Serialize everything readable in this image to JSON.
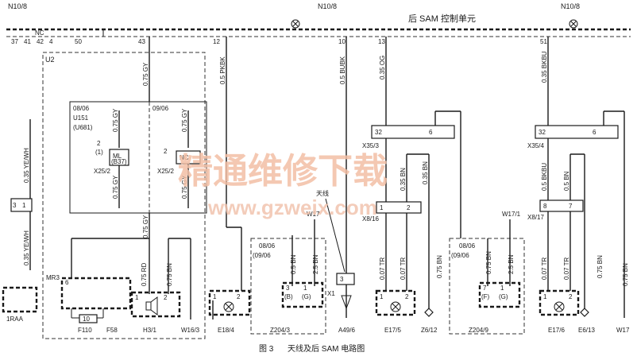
{
  "module": {
    "ref_left": "N10/8",
    "ref_center": "N10/8",
    "ref_right": "N10/8",
    "title": "后 SAM 控制单元"
  },
  "top_pins": {
    "nc_label": "NC",
    "left_pins": [
      "37",
      "41",
      "42",
      "4",
      "50"
    ],
    "p43": "43",
    "p12": "12",
    "p10": "10",
    "p13": "13",
    "p51": "51"
  },
  "wires": {
    "w43": "0.75 GY",
    "w12": "0.5 PKBK",
    "w10": "0.5 BUBK",
    "w13": "0.35 OG",
    "w51": "0.35 BKBU",
    "u151_a": "0.75 GY",
    "u151_b": "0.75 GY",
    "u151_c": "0.75 GY",
    "u151_d": "0.75 GY",
    "gy_down": "0.75 GY",
    "rd": "0.75 RD",
    "bn_h3": "0.75 BN",
    "ye_wh_1": "0.35 YE/WH",
    "ye_wh_2": "0.35 YE/WH",
    "z204_3_a": "0.5 BN",
    "z204_3_b": "2.5 BN",
    "x8_16_bn": "0.35 BN",
    "x8_16_bn2": "0.35 BN",
    "tr1": "0.07 TR",
    "tr2": "0.07 TR",
    "bn_z6": "0.75 BN",
    "z204_9_a": "0.75 BN",
    "z204_9_b": "2.5 BN",
    "x8_17_bkbu": "0.5 BKBU",
    "x8_17_bn": "0.5 BN",
    "tr3": "0.07 TR",
    "tr4": "0.07 TR",
    "bn_e6": "0.75 BN",
    "bn_w17": "0.75 BN"
  },
  "u2": {
    "label": "U2",
    "date_08": "08/06",
    "date_09": "09/06",
    "u151": "U151",
    "u681": "(U681)",
    "pin2_a": "2",
    "pin1_a": "(1)",
    "ml_label": "ML",
    "b37": "(B37)",
    "x25_2_a": "X25/2",
    "pin2_b": "2",
    "nc_label": "NC",
    "x25_2_b": "X25/2",
    "mr3": "MR3",
    "pin6": "6",
    "pin10": "10",
    "f110": "F110",
    "f58": "F58",
    "h3_pin1": "1",
    "h3_pin2": "2",
    "h3_1": "H3/1",
    "w16_3": "W16/3"
  },
  "left_edge": {
    "pin3": "3",
    "pin1": "1",
    "sraa": "1RAA"
  },
  "center": {
    "e18_pin1": "1",
    "e18_pin2": "2",
    "e18_4": "E18/4",
    "date_08": "08/06",
    "date_09": "(09/06",
    "w17": "W17",
    "z3_pin3": "3",
    "z3_pin1": "1",
    "z3_b": "(B)",
    "z3_g": "(G)",
    "z204_3": "Z204/3",
    "antenna": "天线",
    "x1": "X1",
    "x1_pin": "3",
    "a49_6": "A49/6",
    "x35_3": "X35/3",
    "x35_3_p32": "32",
    "x35_3_p6": "6",
    "x8_16": "X8/16",
    "x8_16_p1": "1",
    "x8_16_p2": "2",
    "e17_pin1": "1",
    "e17_pin2": "2",
    "e17_5": "E17/5",
    "z6_12": "Z6/12"
  },
  "right": {
    "w17_1": "W17/1",
    "date_08": "08/06",
    "date_09": "(09/06",
    "z9_pin7": "7",
    "z9_pin1": "1",
    "z9_f": "(F)",
    "z9_g": "(G)",
    "z204_9": "Z204/9",
    "x35_4": "X35/4",
    "x35_4_p32": "32",
    "x35_4_p6": "6",
    "x8_17": "X8/17",
    "x8_17_p8": "8",
    "x8_17_p7": "7",
    "e17_pin1": "1",
    "e17_pin2": "2",
    "e17_6": "E17/6",
    "e6_13": "E6/13",
    "w17": "W17"
  },
  "caption": {
    "fig": "图 3",
    "text": "天线及后 SAM 电路图"
  },
  "watermark": {
    "cn": "精通维修下载",
    "url": "www.gzweix.com"
  }
}
